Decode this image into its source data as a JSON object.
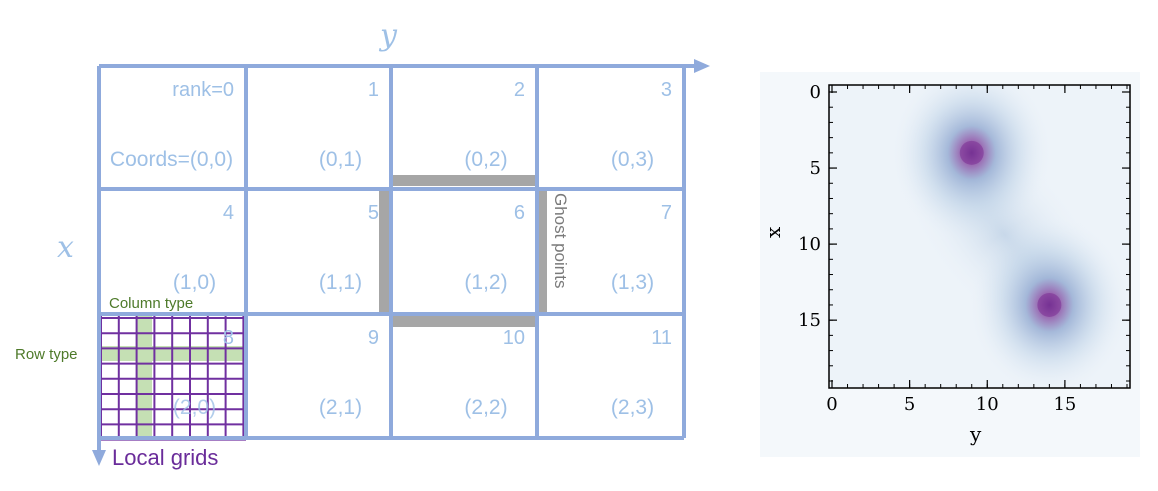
{
  "grid": {
    "axis_x_label": "x",
    "axis_y_label": "y",
    "cells": [
      {
        "rank": "rank=0",
        "coords": "Coords=(0,0)"
      },
      {
        "rank": "1",
        "coords": "(0,1)"
      },
      {
        "rank": "2",
        "coords": "(0,2)"
      },
      {
        "rank": "3",
        "coords": "(0,3)"
      },
      {
        "rank": "4",
        "coords": "(1,0)"
      },
      {
        "rank": "5",
        "coords": "(1,1)"
      },
      {
        "rank": "6",
        "coords": "(1,2)"
      },
      {
        "rank": "7",
        "coords": "(1,3)"
      },
      {
        "rank": "8",
        "coords": "(2,0)"
      },
      {
        "rank": "9",
        "coords": "(2,1)"
      },
      {
        "rank": "10",
        "coords": "(2,2)"
      },
      {
        "rank": "11",
        "coords": "(2,3)"
      }
    ],
    "ghost_points_label": "Ghost points",
    "column_type_label": "Column type",
    "row_type_label": "Row type",
    "local_grids_label": "Local grids",
    "colors": {
      "grid_lines": "#8faadc",
      "ghost": "#a6a6a6",
      "local_grid": "#7030a0",
      "highlight": "#c5e0b4",
      "text": "#9ec0e6"
    }
  },
  "plot": {
    "xlabel": "y",
    "ylabel": "x",
    "x_ticks": [
      "0",
      "5",
      "10",
      "15"
    ],
    "y_ticks": [
      "0",
      "5",
      "10",
      "15"
    ],
    "x_range": [
      0,
      19
    ],
    "y_range": [
      0,
      19
    ],
    "peaks": [
      {
        "y": 9,
        "x": 4
      },
      {
        "y": 14,
        "x": 14
      }
    ],
    "colormap": "BuPu"
  }
}
